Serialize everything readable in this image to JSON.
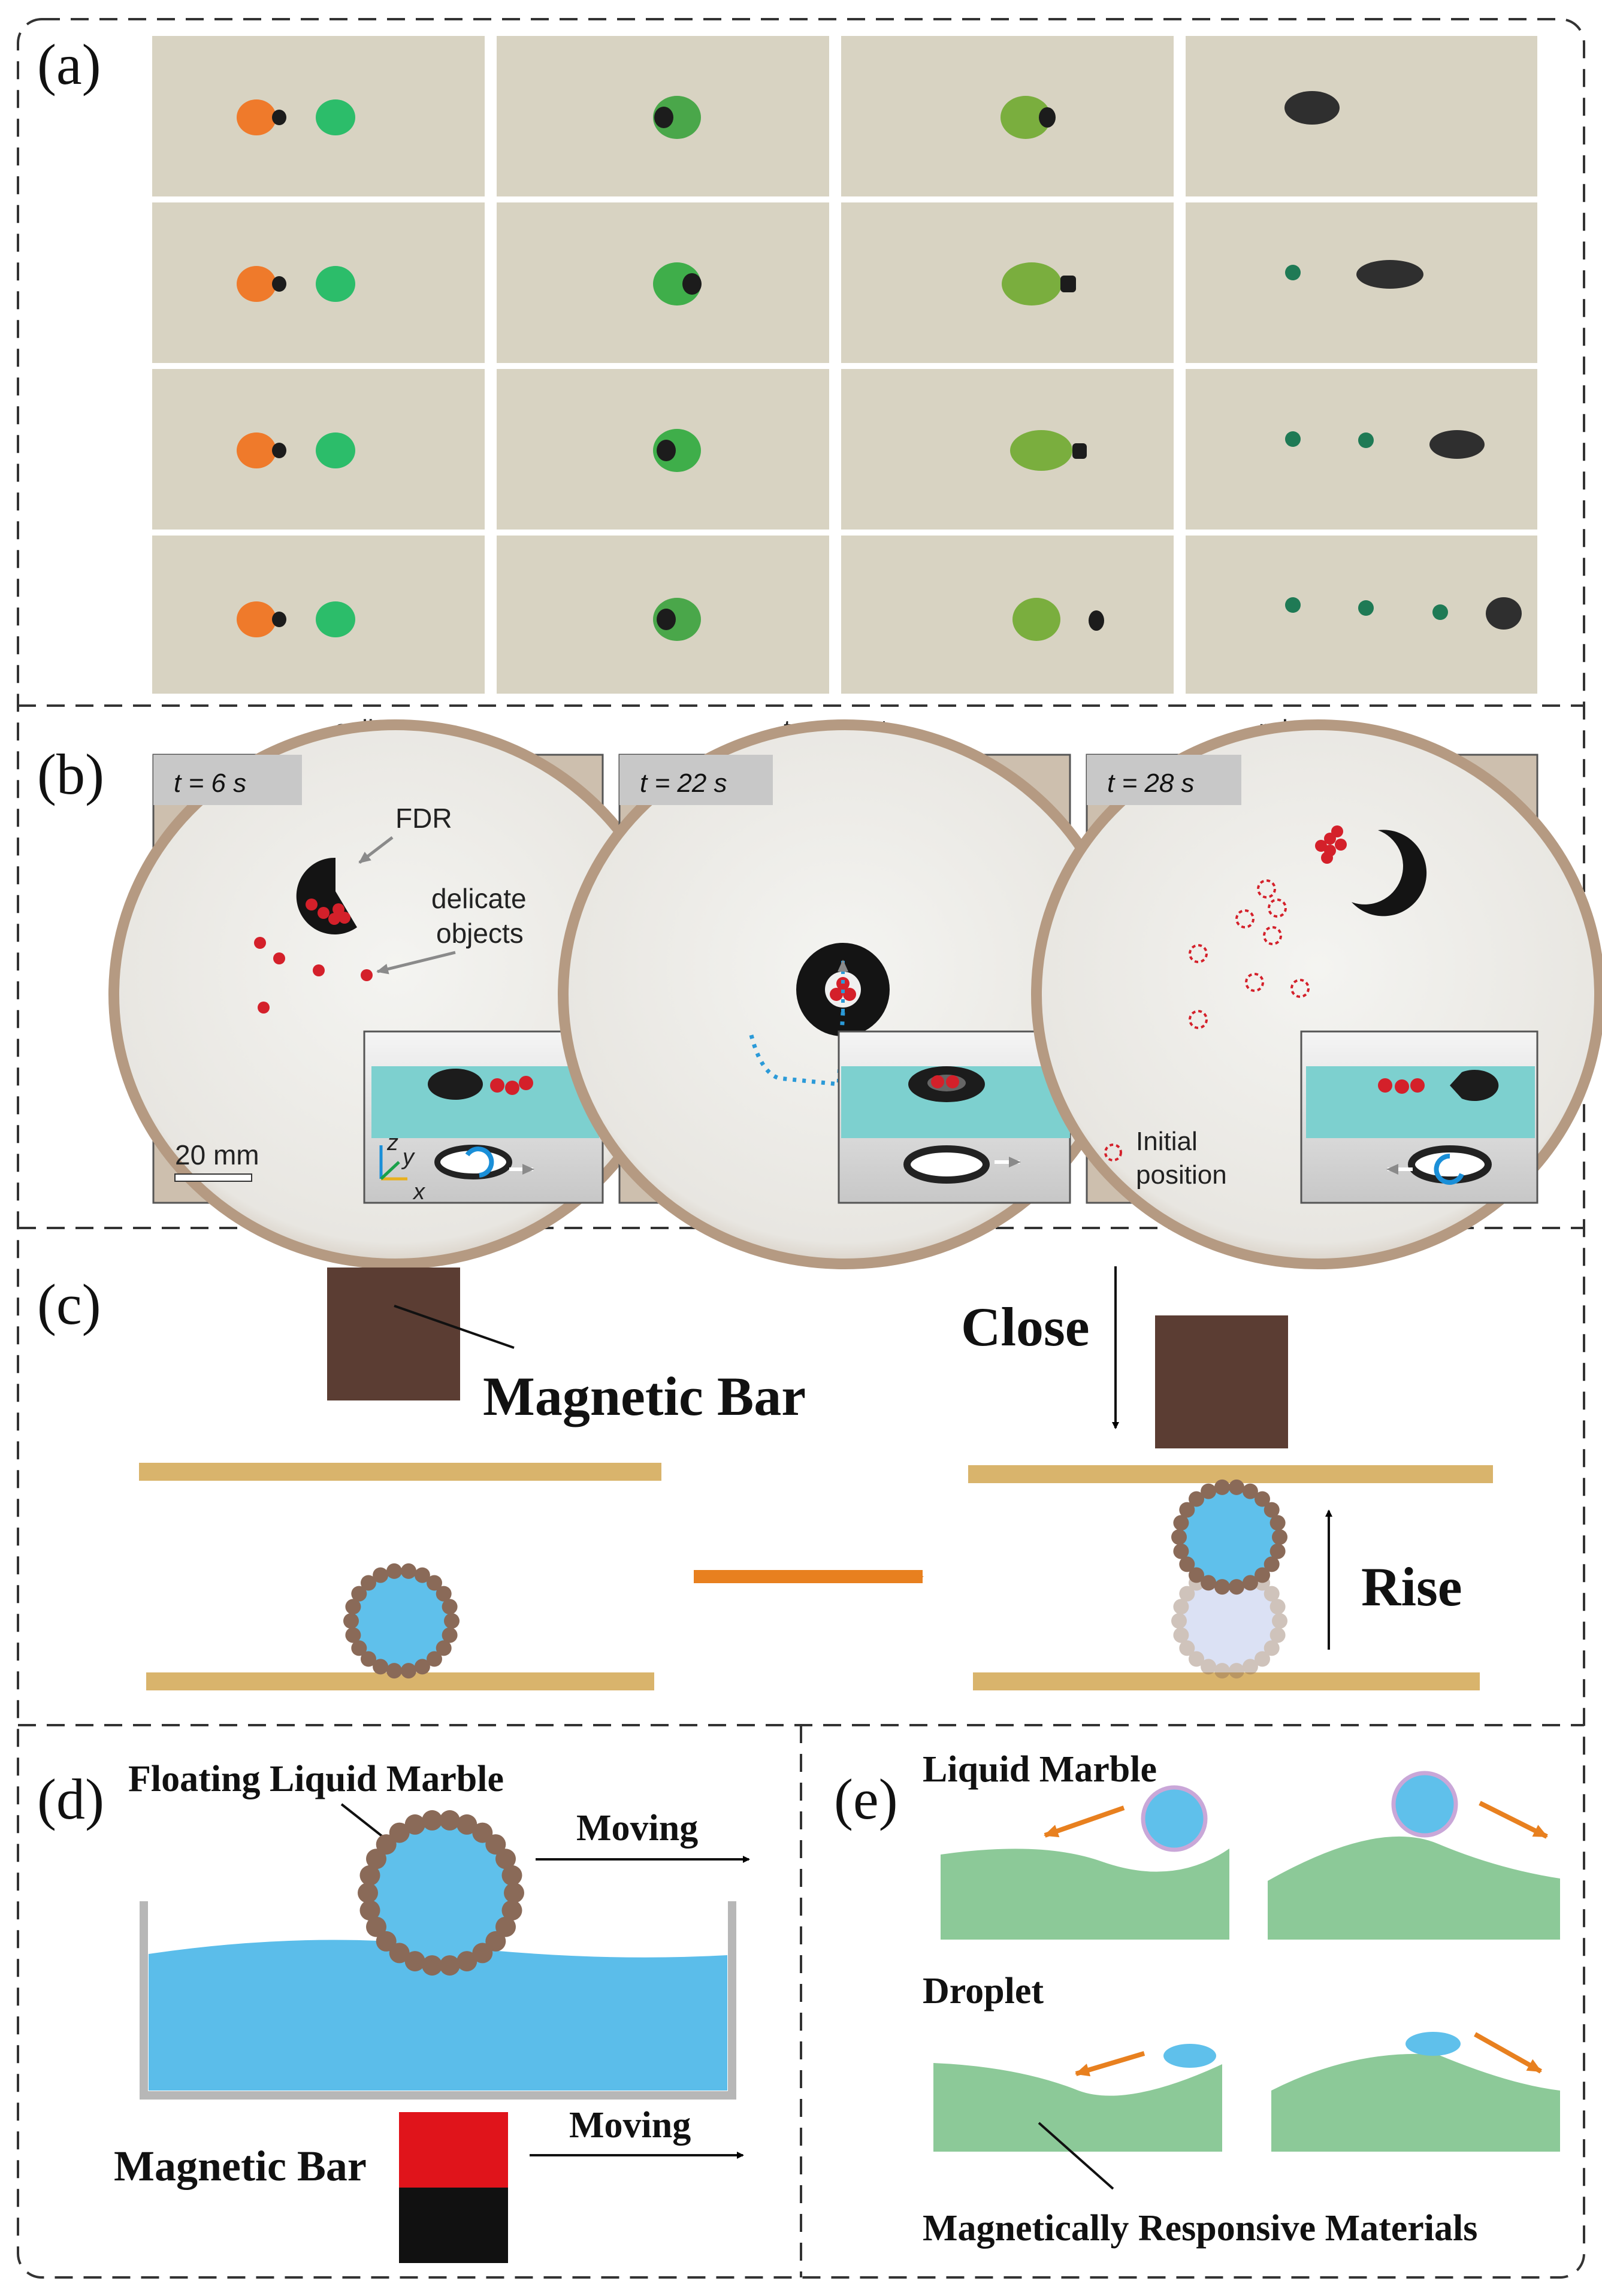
{
  "panels": {
    "a": {
      "label": "(a)"
    },
    "b": {
      "label": "(b)",
      "titles": [
        "collect",
        "transport",
        "release"
      ],
      "times": [
        "t = 6 s",
        "t = 22 s",
        "t = 28 s"
      ],
      "annotations": {
        "fdr": "FDR",
        "delicate_line1": "delicate",
        "delicate_line2": "objects",
        "scale": "20 mm",
        "initial_line1": "Initial",
        "initial_line2": "position",
        "axis_z": "z",
        "axis_y": "y",
        "axis_x": "x"
      }
    },
    "c": {
      "label": "(c)",
      "magnetic_bar": "Magnetic Bar",
      "close": "Close",
      "rise": "Rise"
    },
    "d": {
      "label": "(d)",
      "floating_liquid_marble": "Floating Liquid Marble",
      "moving_top": "Moving",
      "moving_bottom": "Moving",
      "magnetic_bar": "Magnetic Bar"
    },
    "e": {
      "label": "(e)",
      "liquid_marble": "Liquid Marble",
      "droplet": "Droplet",
      "materials": "Magnetically Responsive Materials"
    }
  },
  "colors": {
    "background_photo": "#d8d3c2",
    "magnet_brown": "#5b3d33",
    "substrate_tan": "#d9b46c",
    "marble_blue": "#5fc0eb",
    "shell_brown": "#8a6a58",
    "water_blue": "#5bbdea",
    "arrow_orange": "#e8801f",
    "ground_green": "#8cc998",
    "bar_red": "#e0141b",
    "bar_black": "#111111",
    "droplet_green": "#4aa74a",
    "droplet_orange": "#ef7a2b",
    "droplet_dark": "#1c1c1c",
    "object_red": "#d4202a",
    "inset_cyan": "#7dd0cf"
  }
}
